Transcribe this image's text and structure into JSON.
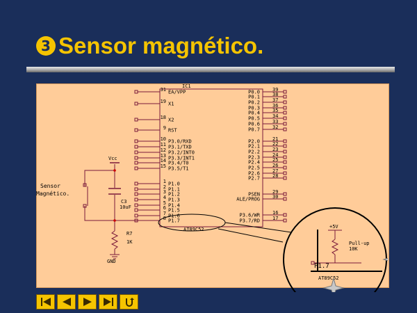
{
  "slide": {
    "number_glyph": "3",
    "title": "Sensor magnético."
  },
  "colors": {
    "background": "#1a2e5a",
    "title": "#f5c400",
    "panel": "#ffcc99",
    "wire": "#7a1a3a",
    "ink": "#000000"
  },
  "schematic": {
    "ic_name": "IC1",
    "ic_part": "AT89C52",
    "left_pins": [
      {
        "num": "31",
        "name": "EA/VPP"
      },
      {
        "num": "19",
        "name": "X1"
      },
      {
        "num": "18",
        "name": "X2"
      },
      {
        "num": "9",
        "name": "RST"
      },
      {
        "num": "10",
        "name": "P3.0/RXD"
      },
      {
        "num": "11",
        "name": "P3.1/TXD"
      },
      {
        "num": "12",
        "name": "P3.2/INT0"
      },
      {
        "num": "13",
        "name": "P3.3/INT1"
      },
      {
        "num": "14",
        "name": "P3.4/T0"
      },
      {
        "num": "15",
        "name": "P3.5/T1"
      },
      {
        "num": "1",
        "name": "P1.0"
      },
      {
        "num": "2",
        "name": "P1.1"
      },
      {
        "num": "3",
        "name": "P1.2"
      },
      {
        "num": "4",
        "name": "P1.3"
      },
      {
        "num": "5",
        "name": "P1.4"
      },
      {
        "num": "6",
        "name": "P1.5"
      },
      {
        "num": "7",
        "name": "P1.6"
      },
      {
        "num": "8",
        "name": "P1.7"
      }
    ],
    "right_pins": [
      {
        "num": "39",
        "name": "P0.0"
      },
      {
        "num": "38",
        "name": "P0.1"
      },
      {
        "num": "37",
        "name": "P0.2"
      },
      {
        "num": "36",
        "name": "P0.3"
      },
      {
        "num": "35",
        "name": "P0.4"
      },
      {
        "num": "34",
        "name": "P0.5"
      },
      {
        "num": "33",
        "name": "P0.6"
      },
      {
        "num": "32",
        "name": "P0.7"
      },
      {
        "num": "21",
        "name": "P2.0"
      },
      {
        "num": "22",
        "name": "P2.1"
      },
      {
        "num": "23",
        "name": "P2.2"
      },
      {
        "num": "24",
        "name": "P2.3"
      },
      {
        "num": "25",
        "name": "P2.4"
      },
      {
        "num": "26",
        "name": "P2.5"
      },
      {
        "num": "27",
        "name": "P2.6"
      },
      {
        "num": "28",
        "name": "P2.7"
      },
      {
        "num": "29",
        "name": "PSEN"
      },
      {
        "num": "30",
        "name": "ALE/PROG"
      },
      {
        "num": "16",
        "name": "P3.6/WR"
      },
      {
        "num": "17",
        "name": "P3.7/RD"
      }
    ],
    "vcc_label": "Vcc",
    "sensor_label_1": "Sensor",
    "sensor_label_2": "Magnético.",
    "cap_name": "C3",
    "cap_value": "10uF",
    "res_name": "R7",
    "res_value": "1K",
    "gnd_label": "GND",
    "zoom_vcc": "+5V",
    "zoom_pullup": "Pull-up",
    "zoom_res_value": "10K",
    "zoom_pin": "P1.7",
    "zoom_part": "AT89C52"
  },
  "nav": {
    "buttons": [
      "first-icon",
      "previous-icon",
      "next-icon",
      "last-icon",
      "return-icon"
    ]
  }
}
